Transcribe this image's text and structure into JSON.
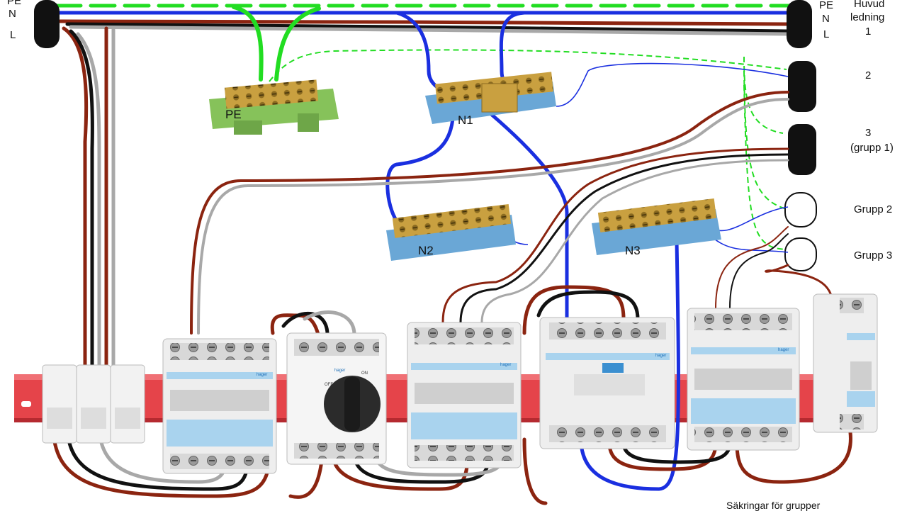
{
  "colors": {
    "pe": "#22dd22",
    "neutral": "#1a2fe0",
    "line_brown": "#8b2410",
    "line_black": "#111111",
    "line_gray": "#a8a8a8",
    "rail": "#e5444a",
    "n_bus": "#6aa7d6",
    "pe_bus": "#86c25a",
    "brass": "#c9a040",
    "breaker_body": "#eeeeee",
    "breaker_blue": "#a9d3ee"
  },
  "conductors_left": {
    "pe": "PE",
    "n": "N",
    "l": "L"
  },
  "conductors_right": {
    "pe": "PE",
    "n": "N",
    "l": "L"
  },
  "cables": {
    "c1_a": "Huvud",
    "c1_b": "ledning",
    "c1_c": "1",
    "c2": "2",
    "c3_a": "3",
    "c3_b": "(grupp 1)",
    "g2": "Grupp 2",
    "g3": "Grupp 3"
  },
  "busbars": {
    "pe": "PE",
    "n1": "N1",
    "n2": "N2",
    "n3": "N3"
  },
  "switch": {
    "brand": "hager",
    "on": "ON",
    "off": "OFF"
  },
  "breakers": {
    "brand": "hager"
  },
  "caption": "Säkringar för grupper"
}
